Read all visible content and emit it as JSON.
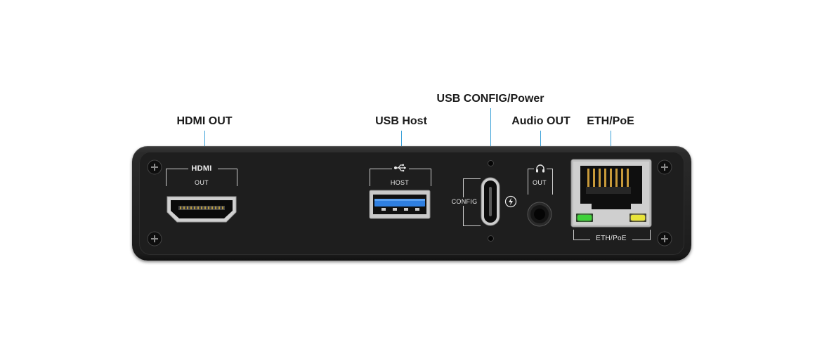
{
  "callouts": {
    "hdmi_out": "HDMI OUT",
    "usb_host": "USB Host",
    "usb_config_power": "USB CONFIG/Power",
    "audio_out": "Audio OUT",
    "eth_poe": "ETH/PoE"
  },
  "panel_labels": {
    "hdmi": "HDMI",
    "hdmi_out": "OUT",
    "host": "HOST",
    "config": "CONFIG",
    "audio_out": "OUT",
    "eth_poe": "ETH/PoE"
  },
  "colors": {
    "leader_line": "#3aa0d8",
    "usb3_blue": "#2f7fe0",
    "link_led_green": "#3fd13a",
    "activity_led_yellow": "#e8e43a"
  },
  "icons": {
    "usb": "usb-trident-icon",
    "power": "lightning-bolt-icon",
    "audio": "headphones-icon"
  }
}
